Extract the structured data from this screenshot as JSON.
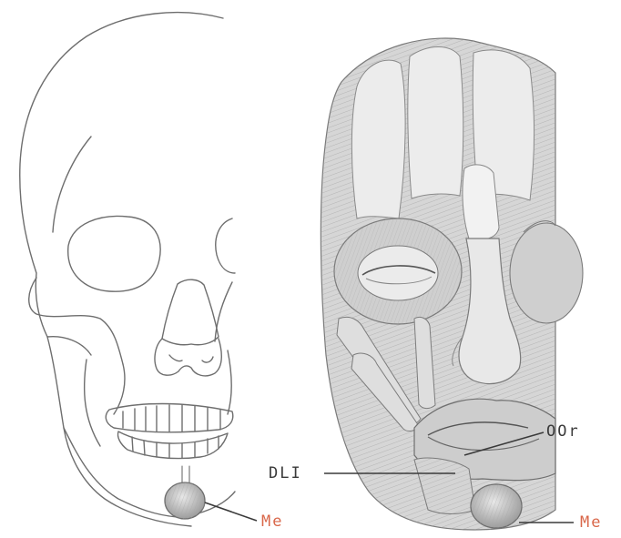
{
  "labels": {
    "skull_me": "Me",
    "face_oor": "OOr",
    "face_dli": "DLI",
    "face_me": "Me"
  },
  "colors": {
    "label_highlight": "#d9674a",
    "label_default": "#3a3a3a",
    "line_ink": "#6e6e6e",
    "muscle_shade": "#b9b9b9",
    "background": "#ffffff"
  }
}
